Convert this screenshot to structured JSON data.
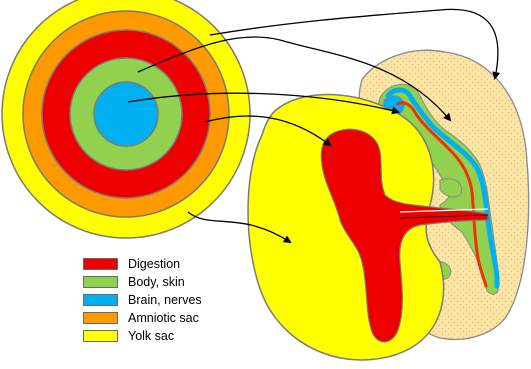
{
  "legend": {
    "items": [
      {
        "label": "Digestion",
        "color": "#ee0000"
      },
      {
        "label": "Body, skin",
        "color": "#92d050"
      },
      {
        "label": "Brain, nerves",
        "color": "#00b0f0"
      },
      {
        "label": "Amniotic sac",
        "color": "#ff9900"
      },
      {
        "label": "Yolk sac",
        "color": "#ffff00"
      }
    ]
  },
  "colors": {
    "digestion": "#ee0000",
    "body_skin": "#92d050",
    "brain_nerves": "#00b0f0",
    "amniotic_sac": "#ff9900",
    "yolk_sac": "#ffff00",
    "embryo_fill": "#fbe6a8",
    "outline": "#555555"
  }
}
